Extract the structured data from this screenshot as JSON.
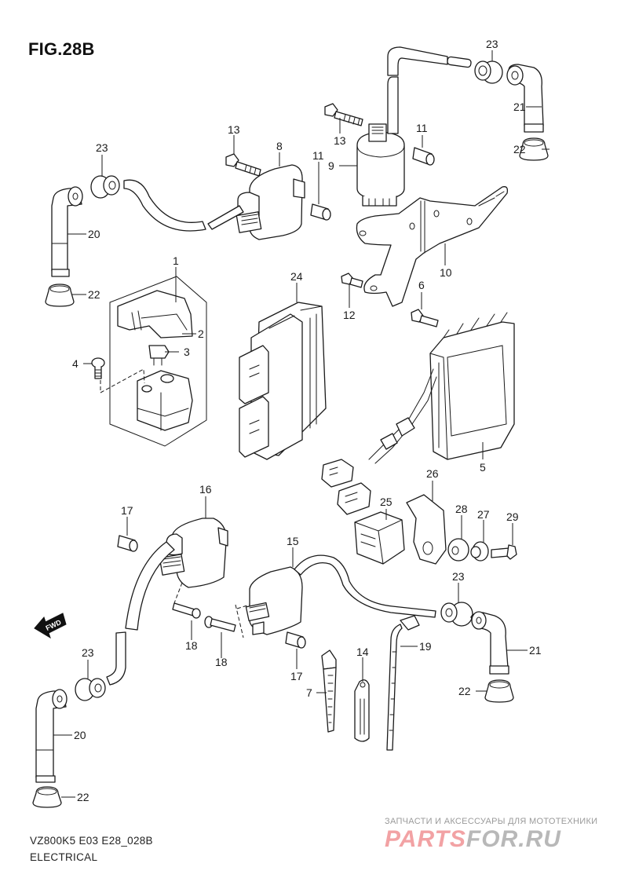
{
  "figure": {
    "title": "FIG.28B",
    "model_code": "VZ800K5 E03 E28_028B",
    "section": "ELECTRICAL",
    "direction_indicator": "FWD"
  },
  "watermark": {
    "tagline": "ЗАПЧАСТИ И АКСЕССУАРЫ ДЛЯ МОТОТЕХНИКИ",
    "brand_part1": "PARTS",
    "brand_part2": "FOR.RU",
    "colors": {
      "part1": "#f2a2a4",
      "part2": "#b8b8b8",
      "tagline": "#9a9a9a"
    }
  },
  "callouts": [
    {
      "id": "c1",
      "ref": "1"
    },
    {
      "id": "c2",
      "ref": "2"
    },
    {
      "id": "c3",
      "ref": "3"
    },
    {
      "id": "c4",
      "ref": "4"
    },
    {
      "id": "c5",
      "ref": "5"
    },
    {
      "id": "c6",
      "ref": "6"
    },
    {
      "id": "c7",
      "ref": "7"
    },
    {
      "id": "c8",
      "ref": "8"
    },
    {
      "id": "c9",
      "ref": "9"
    },
    {
      "id": "c10",
      "ref": "10"
    },
    {
      "id": "c11a",
      "ref": "11"
    },
    {
      "id": "c11b",
      "ref": "11"
    },
    {
      "id": "c12",
      "ref": "12"
    },
    {
      "id": "c13a",
      "ref": "13"
    },
    {
      "id": "c13b",
      "ref": "13"
    },
    {
      "id": "c14",
      "ref": "14"
    },
    {
      "id": "c15",
      "ref": "15"
    },
    {
      "id": "c16",
      "ref": "16"
    },
    {
      "id": "c17a",
      "ref": "17"
    },
    {
      "id": "c17b",
      "ref": "17"
    },
    {
      "id": "c18a",
      "ref": "18"
    },
    {
      "id": "c18b",
      "ref": "18"
    },
    {
      "id": "c19",
      "ref": "19"
    },
    {
      "id": "c20a",
      "ref": "20"
    },
    {
      "id": "c20b",
      "ref": "20"
    },
    {
      "id": "c21a",
      "ref": "21"
    },
    {
      "id": "c21b",
      "ref": "21"
    },
    {
      "id": "c22a",
      "ref": "22"
    },
    {
      "id": "c22b",
      "ref": "22"
    },
    {
      "id": "c22c",
      "ref": "22"
    },
    {
      "id": "c22d",
      "ref": "22"
    },
    {
      "id": "c23a",
      "ref": "23"
    },
    {
      "id": "c23b",
      "ref": "23"
    },
    {
      "id": "c23c",
      "ref": "23"
    },
    {
      "id": "c23d",
      "ref": "23"
    },
    {
      "id": "c24",
      "ref": "24"
    },
    {
      "id": "c25",
      "ref": "25"
    },
    {
      "id": "c26",
      "ref": "26"
    },
    {
      "id": "c27",
      "ref": "27"
    },
    {
      "id": "c28",
      "ref": "28"
    },
    {
      "id": "c29",
      "ref": "29"
    }
  ]
}
